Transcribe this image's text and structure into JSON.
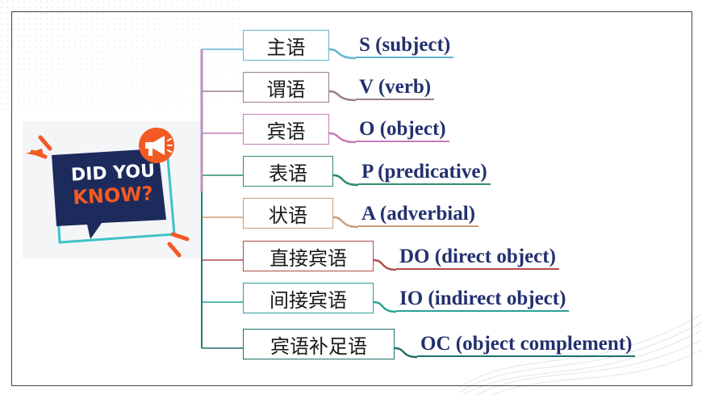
{
  "badge": {
    "line1": "DID YOU",
    "line2": "KNOW?"
  },
  "terms": [
    {
      "zh": "主语",
      "en": "S (subject)",
      "color": "#63b4cf"
    },
    {
      "zh": "谓语",
      "en": "V (verb)",
      "color": "#9b7f86"
    },
    {
      "zh": "宾语",
      "en": "O (object)",
      "color": "#c97ab6"
    },
    {
      "zh": "表语",
      "en": "P (predicative)",
      "color": "#2e8b6e"
    },
    {
      "zh": "状语",
      "en": "A (adverbial)",
      "color": "#c9a07a"
    },
    {
      "zh": "直接宾语",
      "en": "DO (direct object)",
      "color": "#b04a4a"
    },
    {
      "zh": "间接宾语",
      "en": "IO (indirect object)",
      "color": "#2aa198"
    },
    {
      "zh": "宾语补足语",
      "en": "OC (object complement)",
      "color": "#1e6f6a"
    }
  ],
  "colors": {
    "badge_navy": "#1d2a5c",
    "badge_orange": "#f25a22",
    "badge_teal": "#3fc1c9",
    "abbr_text": "#23306e"
  }
}
